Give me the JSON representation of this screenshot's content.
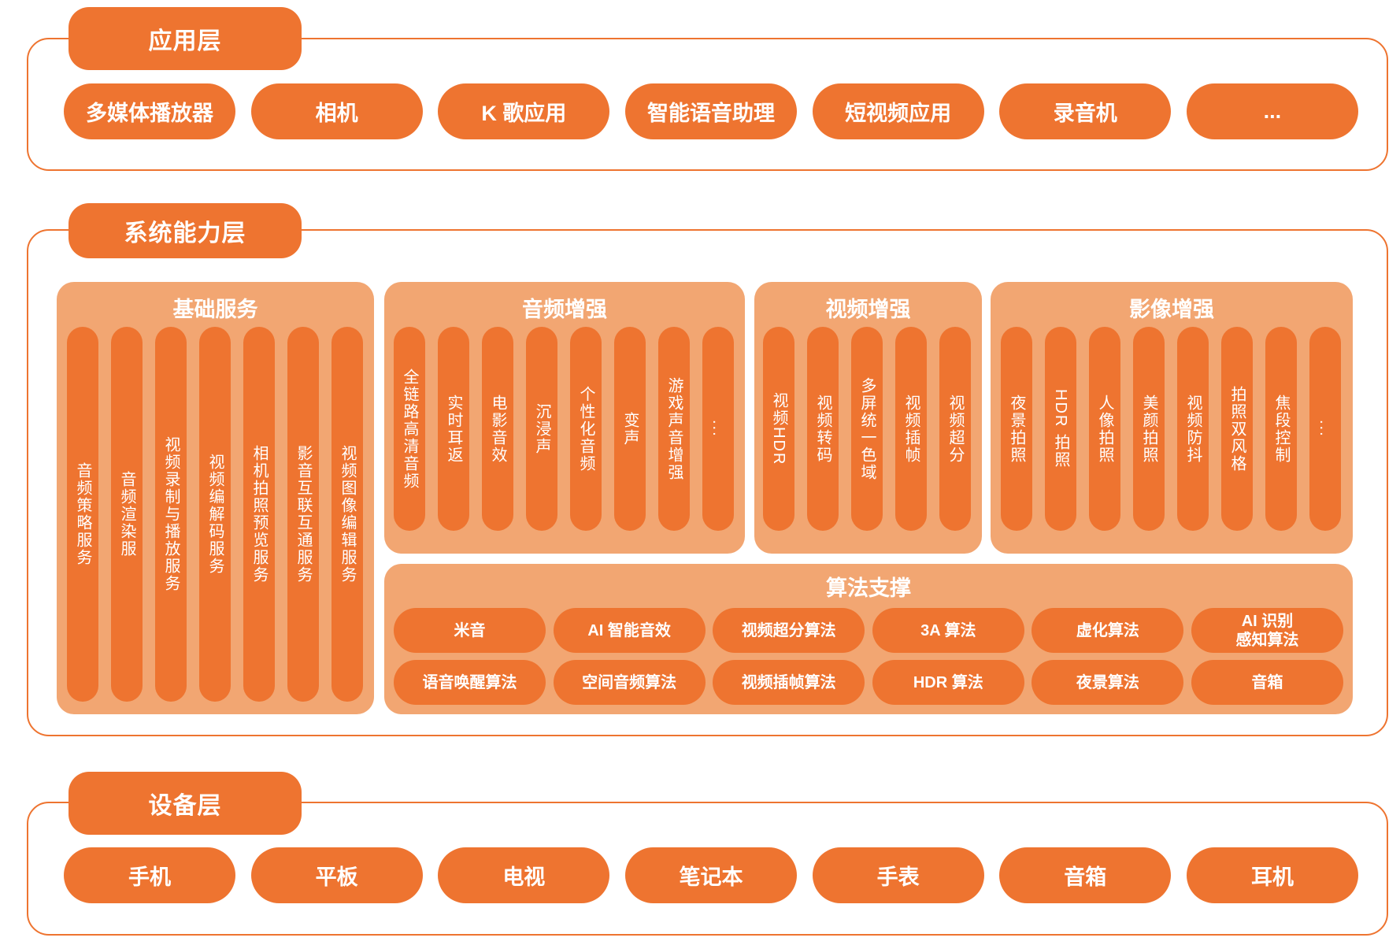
{
  "colors": {
    "accent": "#EE7430",
    "panel": "#F2A672",
    "background": "#FFFFFF"
  },
  "app_layer": {
    "title": "应用层",
    "items": [
      "多媒体播放器",
      "相机",
      "K 歌应用",
      "智能语音助理",
      "短视频应用",
      "录音机",
      "..."
    ]
  },
  "system_layer": {
    "title": "系统能力层",
    "basic_services": {
      "title": "基础服务",
      "items": [
        "音频策略服务",
        "音频渲染服",
        "视频录制与播放服务",
        "视频编解码服务",
        "相机拍照预览服务",
        "影音互联互通服务",
        "视频图像编辑服务"
      ]
    },
    "audio_enhancement": {
      "title": "音频增强",
      "items": [
        "全链路高清音频",
        "实时耳返",
        "电影音效",
        "沉浸声",
        "个性化音频",
        "变声",
        "游戏声音增强",
        "..."
      ]
    },
    "video_enhancement": {
      "title": "视频增强",
      "items": [
        "视频HDR",
        "视频转码",
        "多屏统一色域",
        "视频插帧",
        "视频超分"
      ]
    },
    "image_enhancement": {
      "title": "影像增强",
      "items": [
        "夜景拍照",
        "HDR 拍照",
        "人像拍照",
        "美颜拍照",
        "视频防抖",
        "拍照双风格",
        "焦段控制",
        "..."
      ]
    },
    "algorithm_support": {
      "title": "算法支撑",
      "row1": [
        "米音",
        "AI 智能音效",
        "视频超分算法",
        "3A 算法",
        "虚化算法",
        "AI 识别\n感知算法"
      ],
      "row2": [
        "语音唤醒算法",
        "空间音频算法",
        "视频插帧算法",
        "HDR 算法",
        "夜景算法",
        "音箱"
      ]
    }
  },
  "device_layer": {
    "title": "设备层",
    "items": [
      "手机",
      "平板",
      "电视",
      "笔记本",
      "手表",
      "音箱",
      "耳机"
    ]
  }
}
